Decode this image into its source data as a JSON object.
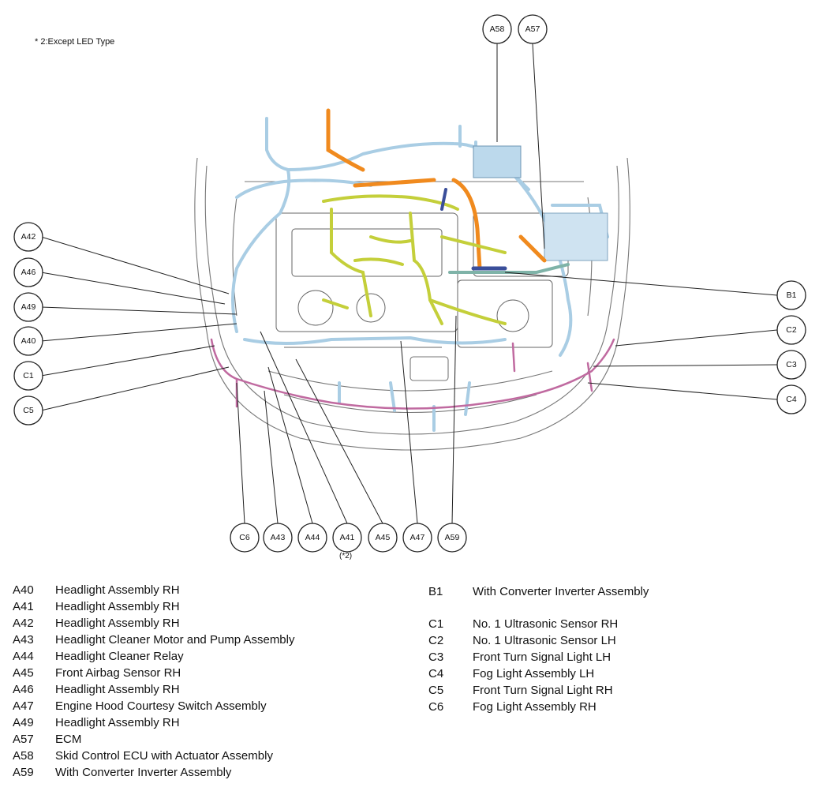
{
  "note": "* 2:Except LED Type",
  "colors": {
    "harness_blue": "#a9cde4",
    "harness_orange": "#f08a1e",
    "harness_yellow": "#c4cf3a",
    "harness_pink": "#c06aa0",
    "harness_teal": "#7fb3a8",
    "harness_navy": "#3a4e9a",
    "engine_line": "#555555"
  },
  "callouts": {
    "A40": "A40",
    "A41": "A41",
    "A42": "A42",
    "A43": "A43",
    "A44": "A44",
    "A45": "A45",
    "A46": "A46",
    "A47": "A47",
    "A49": "A49",
    "A57": "A57",
    "A58": "A58",
    "A59": "A59",
    "B1": "B1",
    "C1": "C1",
    "C2": "C2",
    "C3": "C3",
    "C4": "C4",
    "C5": "C5",
    "C6": "C6"
  },
  "a41_sub": "(*2)",
  "legend_left": [
    {
      "code": "A40",
      "desc": "Headlight Assembly RH"
    },
    {
      "code": "A41",
      "desc": "Headlight Assembly RH"
    },
    {
      "code": "A42",
      "desc": "Headlight Assembly RH"
    },
    {
      "code": "A43",
      "desc": "Headlight Cleaner Motor and Pump Assembly"
    },
    {
      "code": "A44",
      "desc": "Headlight Cleaner Relay"
    },
    {
      "code": "A45",
      "desc": "Front Airbag Sensor RH"
    },
    {
      "code": "A46",
      "desc": "Headlight Assembly RH"
    },
    {
      "code": "A47",
      "desc": "Engine Hood Courtesy Switch Assembly"
    },
    {
      "code": "A49",
      "desc": "Headlight Assembly RH"
    },
    {
      "code": "A57",
      "desc": "ECM"
    },
    {
      "code": "A58",
      "desc": "Skid Control ECU with Actuator Assembly"
    },
    {
      "code": "A59",
      "desc": "With Converter Inverter Assembly"
    }
  ],
  "legend_right": [
    {
      "code": "B1",
      "desc": "With Converter Inverter Assembly"
    },
    {
      "code": "C1",
      "desc": "No. 1 Ultrasonic Sensor RH"
    },
    {
      "code": "C2",
      "desc": "No. 1 Ultrasonic Sensor LH"
    },
    {
      "code": "C3",
      "desc": "Front Turn Signal Light LH"
    },
    {
      "code": "C4",
      "desc": "Fog Light Assembly LH"
    },
    {
      "code": "C5",
      "desc": "Front Turn Signal Light RH"
    },
    {
      "code": "C6",
      "desc": "Fog Light Assembly RH"
    }
  ]
}
